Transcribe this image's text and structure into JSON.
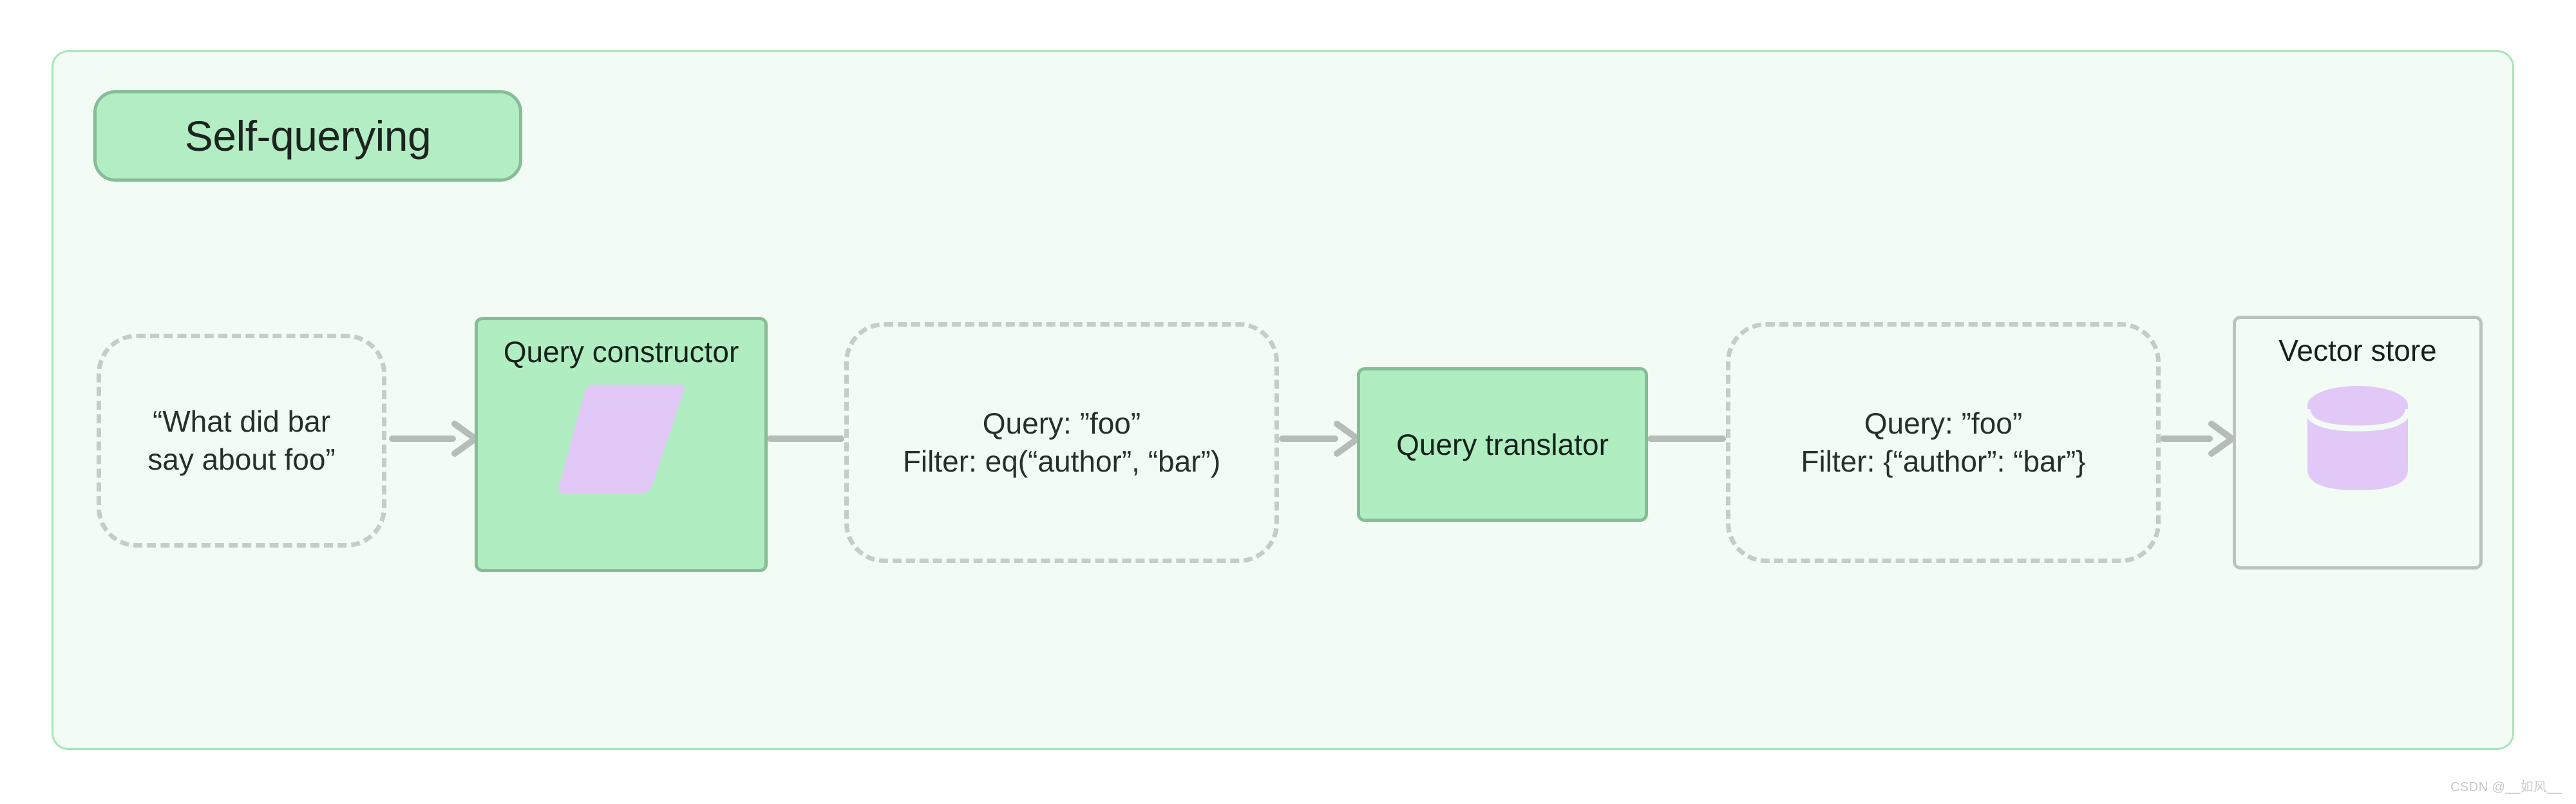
{
  "diagram": {
    "title": "Self-querying",
    "background_color": "#ffffff",
    "container_fill": "#f2fbf4",
    "container_border_color": "#a5e8b8",
    "accent_green": "#b0eec2",
    "accent_green_border": "#86bd96",
    "accent_purple": "#e2c8f7",
    "edge_color": "#b6bcb8",
    "dashed_border_color": "#c6ccc8"
  },
  "nodes": {
    "question": {
      "name": "user-question",
      "text": "“What did bar\nsay about foo”",
      "style": "dashed"
    },
    "query_constructor": {
      "name": "query-constructor",
      "label": "Query constructor",
      "icon": "parallelogram-icon",
      "style": "process"
    },
    "structured_query": {
      "name": "structured-query",
      "text": "Query: ”foo”\nFilter: eq(“author”, “bar”)",
      "style": "dashed"
    },
    "query_translator": {
      "name": "query-translator",
      "label": "Query translator",
      "style": "process"
    },
    "native_query": {
      "name": "native-query",
      "text": "Query: ”foo”\nFilter: {“author”: “bar”}",
      "style": "dashed"
    },
    "vector_store": {
      "name": "vector-store",
      "label": "Vector store",
      "icon": "database-cylinder-icon",
      "style": "plain"
    }
  },
  "edges": [
    {
      "id": "edge-1",
      "from": "question",
      "to": "query_constructor",
      "arrowhead": true
    },
    {
      "id": "edge-2",
      "from": "query_constructor",
      "to": "structured_query",
      "arrowhead": false
    },
    {
      "id": "edge-3",
      "from": "structured_query",
      "to": "query_translator",
      "arrowhead": true
    },
    {
      "id": "edge-4",
      "from": "query_translator",
      "to": "native_query",
      "arrowhead": false
    },
    {
      "id": "edge-5",
      "from": "native_query",
      "to": "vector_store",
      "arrowhead": true
    }
  ],
  "watermark": {
    "text": "CSDN @__如风__"
  }
}
